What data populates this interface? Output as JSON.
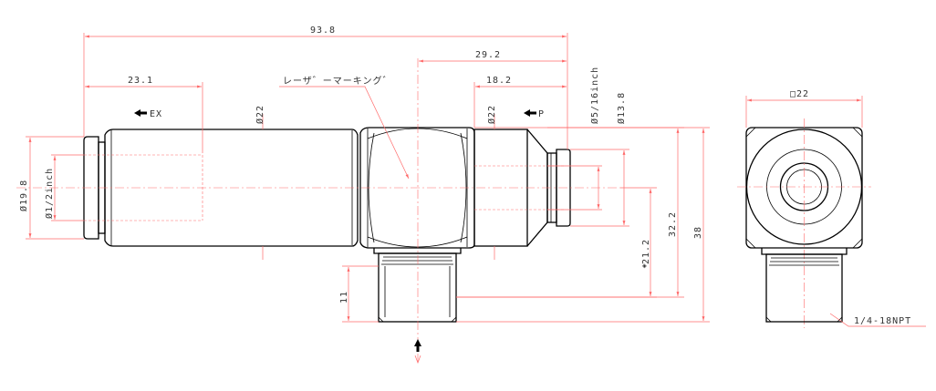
{
  "dimensions": {
    "overall_length": "93.8",
    "length_ex": "23.1",
    "length_29": "29.2",
    "length_18": "18.2",
    "dia_body_ex": "Ø22",
    "dia_body_p": "Ø22",
    "dia_tube_p": "Ø5/16inch",
    "dia_p_flange": "Ø13.8",
    "dia_ex_flange": "Ø19.8",
    "dia_tube_ex": "Ø1/2inch",
    "height_21": "21.2",
    "height_32": "32.2",
    "height_38": "38",
    "thread_length": "11",
    "square": "□22"
  },
  "labels": {
    "laser_marking": "レーザ゛ーマーキング゛",
    "ex_port": "EX",
    "p_port": "P",
    "thread_spec": "1/4-18NPT"
  },
  "colors": {
    "object_line": "#000000",
    "dimension_line": "#ff6a6a",
    "text": "#333333"
  }
}
